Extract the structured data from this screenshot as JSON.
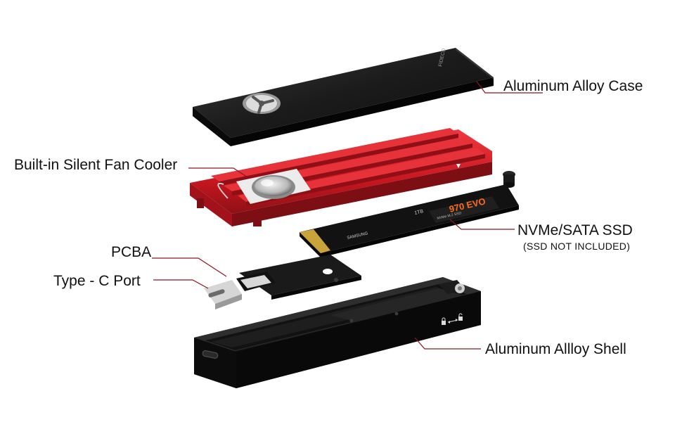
{
  "labels": {
    "case": "Aluminum Alloy Case",
    "fan": "Built-in Silent Fan Cooler",
    "ssd": "NVMe/SATA SSD",
    "ssd_note": "(SSD NOT INCLUDED)",
    "pcba": "PCBA",
    "port": "Type - C Port",
    "shell": "Aluminum Allloy Shell"
  },
  "parts": {
    "case_brand": "FIDECO",
    "ssd_brand": "SAMSUNG",
    "ssd_model": "970 EVO",
    "ssd_subtitle": "NVMe M.2 SSD",
    "ssd_capacity": "1TB"
  },
  "colors": {
    "case": "#1c1c1c",
    "heatsink": "#d8202a",
    "heatsink_dark": "#8e1016",
    "ssd_board": "#181818",
    "ssd_label": "#ff6a1a",
    "pcba": "#1a1a1a",
    "shell": "#151515",
    "leader": "#8a1620",
    "text": "#111111"
  },
  "icons": [
    "fan-icon",
    "lock-icon",
    "unlock-icon",
    "arrow-icon"
  ]
}
